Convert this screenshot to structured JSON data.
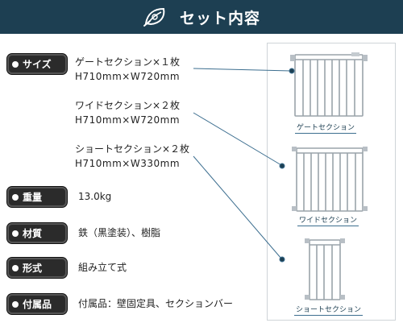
{
  "header": {
    "title": "セット内容",
    "logo_icon": "leaf-logo-icon"
  },
  "rows": [
    {
      "badge": "サイズ",
      "lines": [
        "ゲートセクション×１枚",
        "H710mm×W720mm",
        "ワイドセクション×２枚",
        "H710mm×W720mm",
        "ショートセクション×２枚",
        "H710mm×W330mm"
      ]
    },
    {
      "badge": "重量",
      "value": "13.0kg"
    },
    {
      "badge": "材質",
      "value": "鉄（黒塗装）、樹脂"
    },
    {
      "badge": "形式",
      "value": "組み立て式"
    },
    {
      "badge": "付属品",
      "value": "付属品：壁固定具、セクションバー"
    }
  ],
  "panel": {
    "captions": [
      "ゲートセクション",
      "ワイドセクション",
      "ショートセクション"
    ]
  },
  "colors": {
    "header_bg": "#1d3f52",
    "badge_bg": "#2b2b2b",
    "line": "#3c6e8f"
  }
}
